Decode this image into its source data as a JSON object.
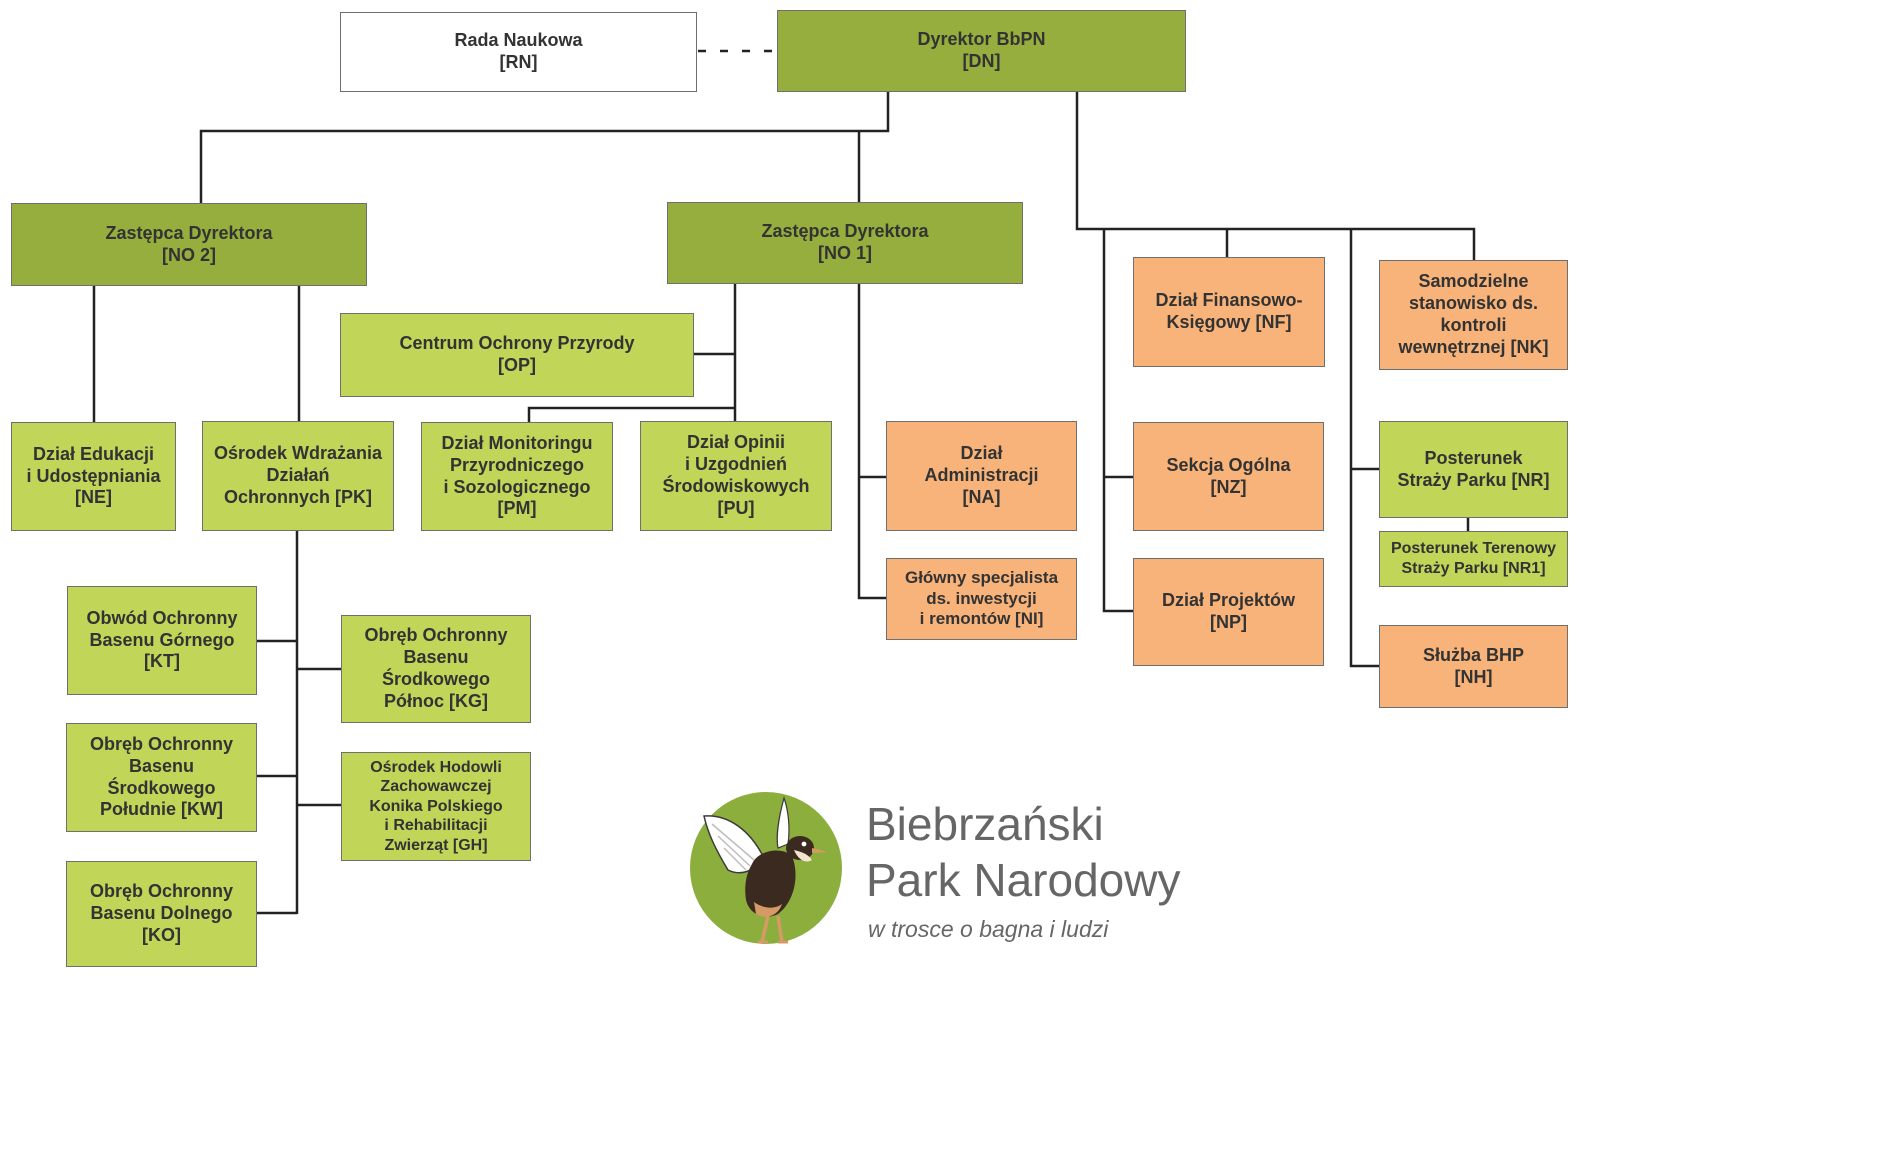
{
  "colors": {
    "management": "#96ae3d",
    "conservation_unit": "#c1d559",
    "administrative_unit": "#f7b37a",
    "advisory": "#ffffff",
    "connector": "#222222"
  },
  "boxes": {
    "rn": {
      "lines": [
        "Rada Naukowa",
        "[RN]"
      ]
    },
    "dn": {
      "lines": [
        "Dyrektor BbPN",
        "[DN]"
      ]
    },
    "no2": {
      "lines": [
        "Zastępca Dyrektora",
        "[NO 2]"
      ]
    },
    "no1": {
      "lines": [
        "Zastępca Dyrektora",
        "[NO 1]"
      ]
    },
    "op": {
      "lines": [
        "Centrum Ochrony Przyrody",
        "[OP]"
      ]
    },
    "ne": {
      "lines": [
        "Dział Edukacji",
        "i Udostępniania",
        "[NE]"
      ]
    },
    "pk": {
      "lines": [
        "Ośrodek Wdrażania",
        "Działań",
        "Ochronnych [PK]"
      ]
    },
    "pm": {
      "lines": [
        "Dział Monitoringu",
        "Przyrodniczego",
        "i Sozologicznego",
        "[PM]"
      ]
    },
    "pu": {
      "lines": [
        "Dział Opinii",
        "i Uzgodnień",
        "Środowiskowych",
        "[PU]"
      ]
    },
    "na": {
      "lines": [
        "Dział",
        "Administracji",
        "[NA]"
      ]
    },
    "ni": {
      "lines": [
        "Główny specjalista",
        "ds. inwestycji",
        "i remontów [NI]"
      ]
    },
    "nf": {
      "lines": [
        "Dział Finansowo-",
        "Księgowy [NF]"
      ]
    },
    "nz": {
      "lines": [
        "Sekcja Ogólna",
        "[NZ]"
      ]
    },
    "np": {
      "lines": [
        "Dział Projektów",
        "[NP]"
      ]
    },
    "nk": {
      "lines": [
        "Samodzielne",
        "stanowisko ds.",
        "kontroli",
        "wewnętrznej [NK]"
      ]
    },
    "nr": {
      "lines": [
        "Posterunek",
        "Straży Parku [NR]"
      ]
    },
    "nr1": {
      "lines": [
        "Posterunek Terenowy",
        "Straży Parku [NR1]"
      ]
    },
    "nh": {
      "lines": [
        "Służba BHP",
        "[NH]"
      ]
    },
    "kt": {
      "lines": [
        "Obwód Ochronny",
        "Basenu Górnego",
        "[KT]"
      ]
    },
    "kg": {
      "lines": [
        "Obręb Ochronny",
        "Basenu",
        "Środkowego",
        "Północ [KG]"
      ]
    },
    "kw": {
      "lines": [
        "Obręb Ochronny",
        "Basenu",
        "Środkowego",
        "Południe [KW]"
      ]
    },
    "gh": {
      "lines": [
        "Ośrodek Hodowli",
        "Zachowawczej",
        "Konika Polskiego",
        "i Rehabilitacji",
        "Zwierząt [GH]"
      ]
    },
    "ko": {
      "lines": [
        "Obręb Ochronny",
        "Basenu Dolnego",
        "[KO]"
      ]
    }
  },
  "logo": {
    "name_line1": "Biebrzański",
    "name_line2": "Park Narodowy",
    "tagline": "w trosce o bagna i ludzi",
    "emblem_icon": "ruff-bird-icon",
    "emblem_color": "#8cae3c"
  }
}
